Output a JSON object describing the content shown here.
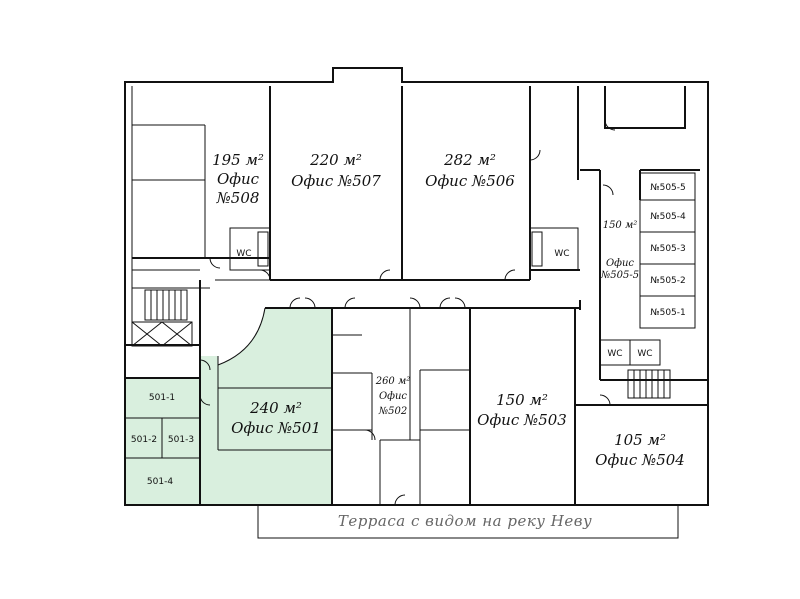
{
  "offices": {
    "o508": {
      "area": "195 м²",
      "name": "Офис",
      "number": "№508"
    },
    "o507": {
      "area": "220 м²",
      "name": "Офис №507"
    },
    "o506": {
      "area": "282 м²",
      "name": "Офис №506"
    },
    "o5055": {
      "area": "150 м²",
      "name": "Офис",
      "number": "№505-5"
    },
    "o501": {
      "area": "240 м²",
      "name": "Офис №501"
    },
    "o502": {
      "area": "260 м²",
      "name": "Офис",
      "number": "№502"
    },
    "o503": {
      "area": "150 м²",
      "name": "Офис №503"
    },
    "o504": {
      "area": "105 м²",
      "name": "Офис №504"
    }
  },
  "small_rooms": {
    "r505_5": "№505-5",
    "r505_4": "№505-4",
    "r505_3": "№505-3",
    "r505_2": "№505-2",
    "r505_1": "№505-1",
    "r501_1": "501-1",
    "r501_2": "501-2",
    "r501_3": "501-3",
    "r501_4": "501-4"
  },
  "wc": {
    "a": "WC",
    "b": "WC",
    "c": "WC",
    "d": "WC"
  },
  "terrace": "Терраса с видом на реку Неву",
  "colors": {
    "highlight": "#d9efde",
    "wall": "#111111"
  }
}
